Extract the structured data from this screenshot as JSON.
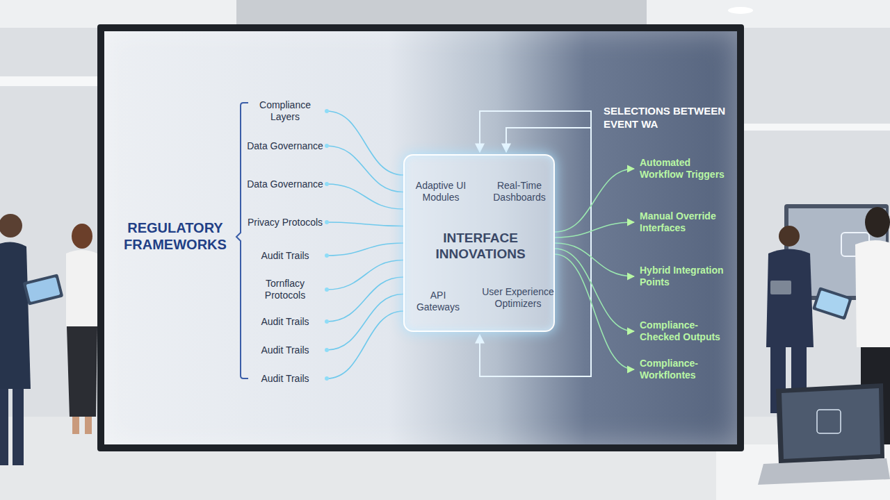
{
  "diagram": {
    "nodes": [
      {
        "text": [
          "Compliance Layers"
        ]
      },
      {
        "text": [
          "Data Governance"
        ]
      },
      {
        "text": [
          "Data Governance"
        ]
      },
      {
        "text": [
          "Privacy Protocols"
        ]
      },
      {
        "text": [
          "Audit Trails"
        ]
      },
      {
        "text": [
          "Tornflacy Protocols"
        ]
      },
      {
        "text": [
          "Audit Trails"
        ]
      },
      {
        "text": [
          "Audit Trails"
        ]
      },
      {
        "text": [
          "Audit Trails"
        ]
      },
      {
        "text": [
          "Adaptive UI Modules",
          "Real-Time Dashboards",
          "INTERFACE INNOVATIONS",
          "API Gateways",
          "User Experience Optimizers"
        ]
      },
      {
        "text": [
          "Automated Workflow Triggers"
        ]
      },
      {
        "text": [
          "Manual Override Interfaces"
        ]
      },
      {
        "text": [
          "Hybrid Integration Points"
        ]
      },
      {
        "text": [
          "Compliance-Checked Outputs"
        ]
      },
      {
        "text": [
          "Compliance-Workflontes"
        ]
      }
    ],
    "edges": [
      {
        "from": 0,
        "to": 9,
        "arrow": "none"
      },
      {
        "from": 1,
        "to": 9,
        "arrow": "none"
      },
      {
        "from": 2,
        "to": 9,
        "arrow": "none"
      },
      {
        "from": 3,
        "to": 9,
        "arrow": "none"
      },
      {
        "from": 4,
        "to": 9,
        "arrow": "none"
      },
      {
        "from": 5,
        "to": 9,
        "arrow": "none"
      },
      {
        "from": 6,
        "to": 9,
        "arrow": "none"
      },
      {
        "from": 7,
        "to": 9,
        "arrow": "none"
      },
      {
        "from": 8,
        "to": 9,
        "arrow": "none"
      },
      {
        "from": 9,
        "to": 10,
        "arrow": "to"
      },
      {
        "from": 9,
        "to": 11,
        "arrow": "to"
      },
      {
        "from": 9,
        "to": 12,
        "arrow": "to"
      },
      {
        "from": 9,
        "to": 13,
        "arrow": "to"
      },
      {
        "from": 9,
        "to": 14,
        "arrow": "to"
      }
    ],
    "labels": [
      "REGULATORY FRAMEWORKS",
      "SELECTIONS BETWEEN EVENT WA"
    ]
  }
}
